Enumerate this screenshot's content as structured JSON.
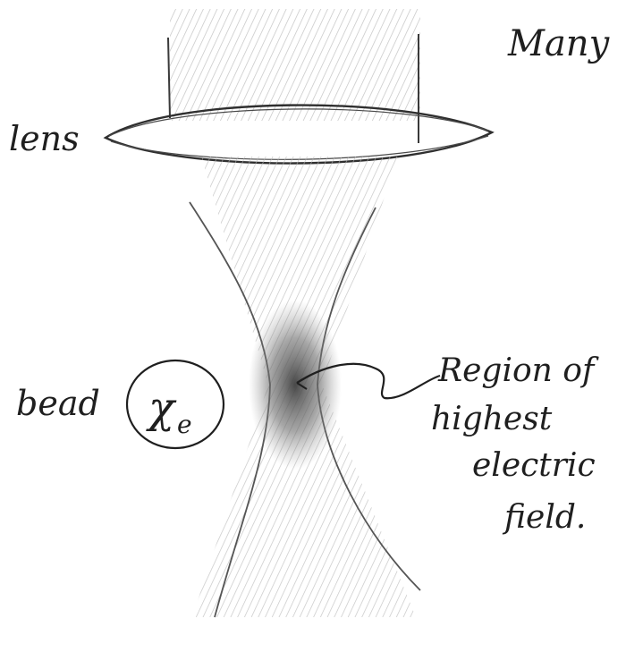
{
  "labels": {
    "top_right": "Many",
    "lens": "lens",
    "bead": "bead",
    "bead_symbol": "χ",
    "bead_subscript": "e",
    "region_line1": "Region of",
    "region_line2": "highest",
    "region_line3": "electric",
    "region_line4": "field."
  },
  "colors": {
    "ink": "#1f1f1f",
    "pencil": "#6a6a6a",
    "shade_light": "#c9c9c9",
    "shade_dark": "#4a4a4a",
    "background": "#ffffff"
  }
}
